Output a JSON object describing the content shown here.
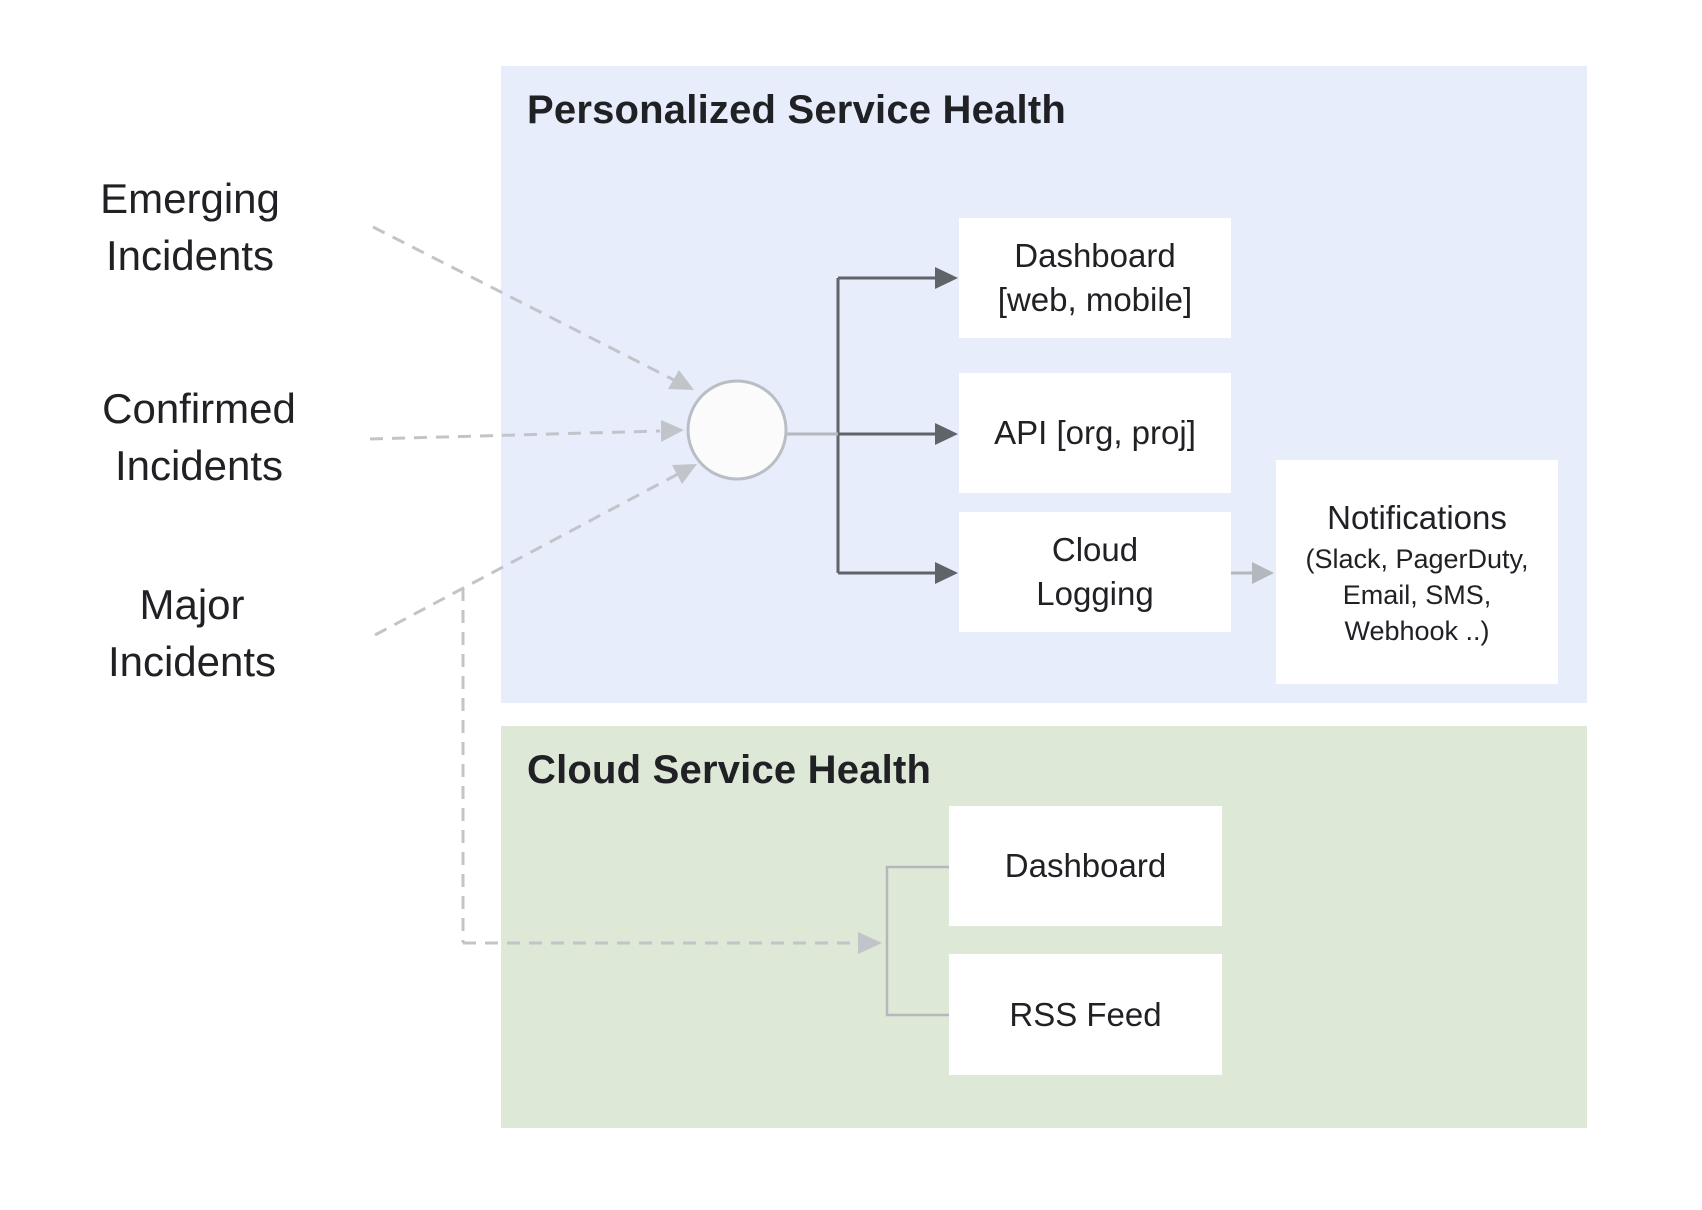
{
  "colors": {
    "background": "#ffffff",
    "personalized_panel": "#e8edfb",
    "cloud_panel": "#dde8d6",
    "node_box": "#ffffff",
    "text": "#202124",
    "dark_connector": "#5f6469",
    "light_connector": "#b3b8bd",
    "dashed_connector": "#c1c5c9",
    "circle_fill": "#fbfbfc",
    "circle_stroke": "#b9bec4"
  },
  "sources": [
    {
      "line1": "Emerging",
      "line2": "Incidents"
    },
    {
      "line1": "Confirmed",
      "line2": "Incidents"
    },
    {
      "line1": "Major",
      "line2": "Incidents"
    }
  ],
  "personalized": {
    "title": "Personalized Service Health",
    "dashboard": {
      "line1": "Dashboard",
      "line2": "[web, mobile]"
    },
    "api": {
      "line1": "API [org, proj]"
    },
    "cloud_logging": {
      "line1": "Cloud",
      "line2": "Logging"
    },
    "notifications": {
      "title": "Notifications",
      "line1": "(Slack, PagerDuty,",
      "line2": "Email, SMS,",
      "line3": "Webhook ..)"
    }
  },
  "cloud": {
    "title": "Cloud Service Health",
    "dashboard": {
      "line1": "Dashboard"
    },
    "rss": {
      "line1": "RSS Feed"
    }
  }
}
